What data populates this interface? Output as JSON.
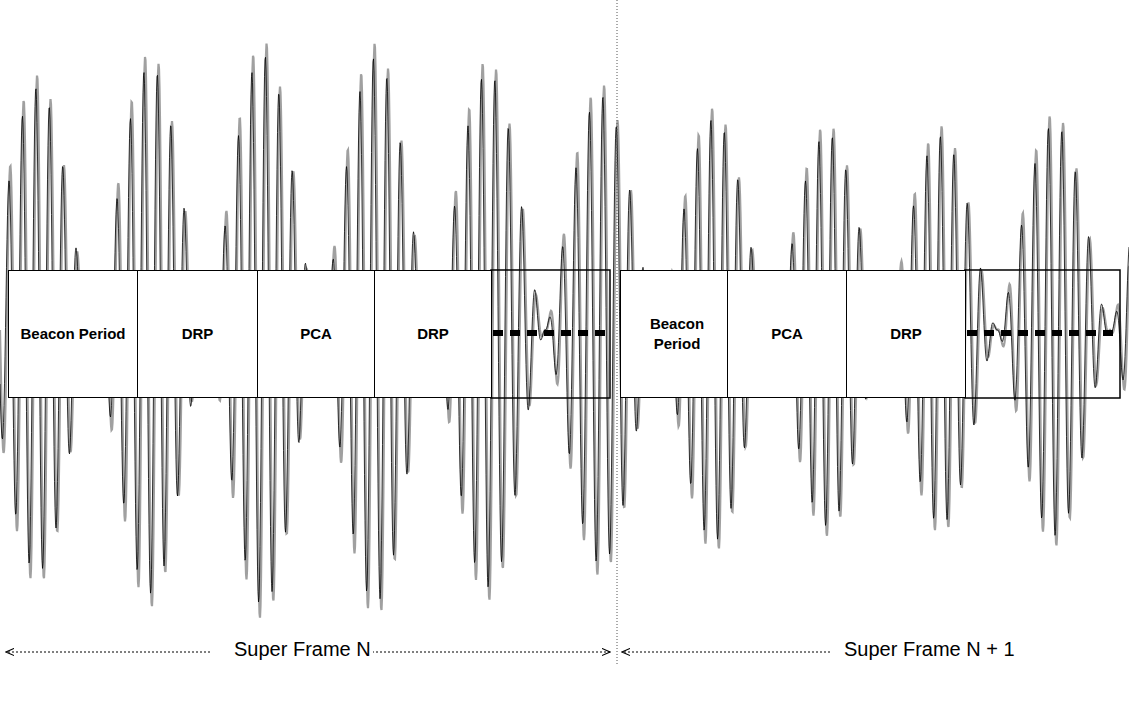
{
  "diagram": {
    "nodes": [
      {
        "text": [
          "Beacon Period"
        ]
      },
      {
        "text": [
          "DRP"
        ]
      },
      {
        "text": [
          "PCA"
        ]
      },
      {
        "text": [
          "DRP"
        ]
      },
      {
        "text": [
          "Beacon Period"
        ]
      },
      {
        "text": [
          "PCA"
        ]
      },
      {
        "text": [
          "DRP"
        ]
      }
    ],
    "labels": [
      "Super Frame N",
      "Super Frame N + 1"
    ]
  }
}
